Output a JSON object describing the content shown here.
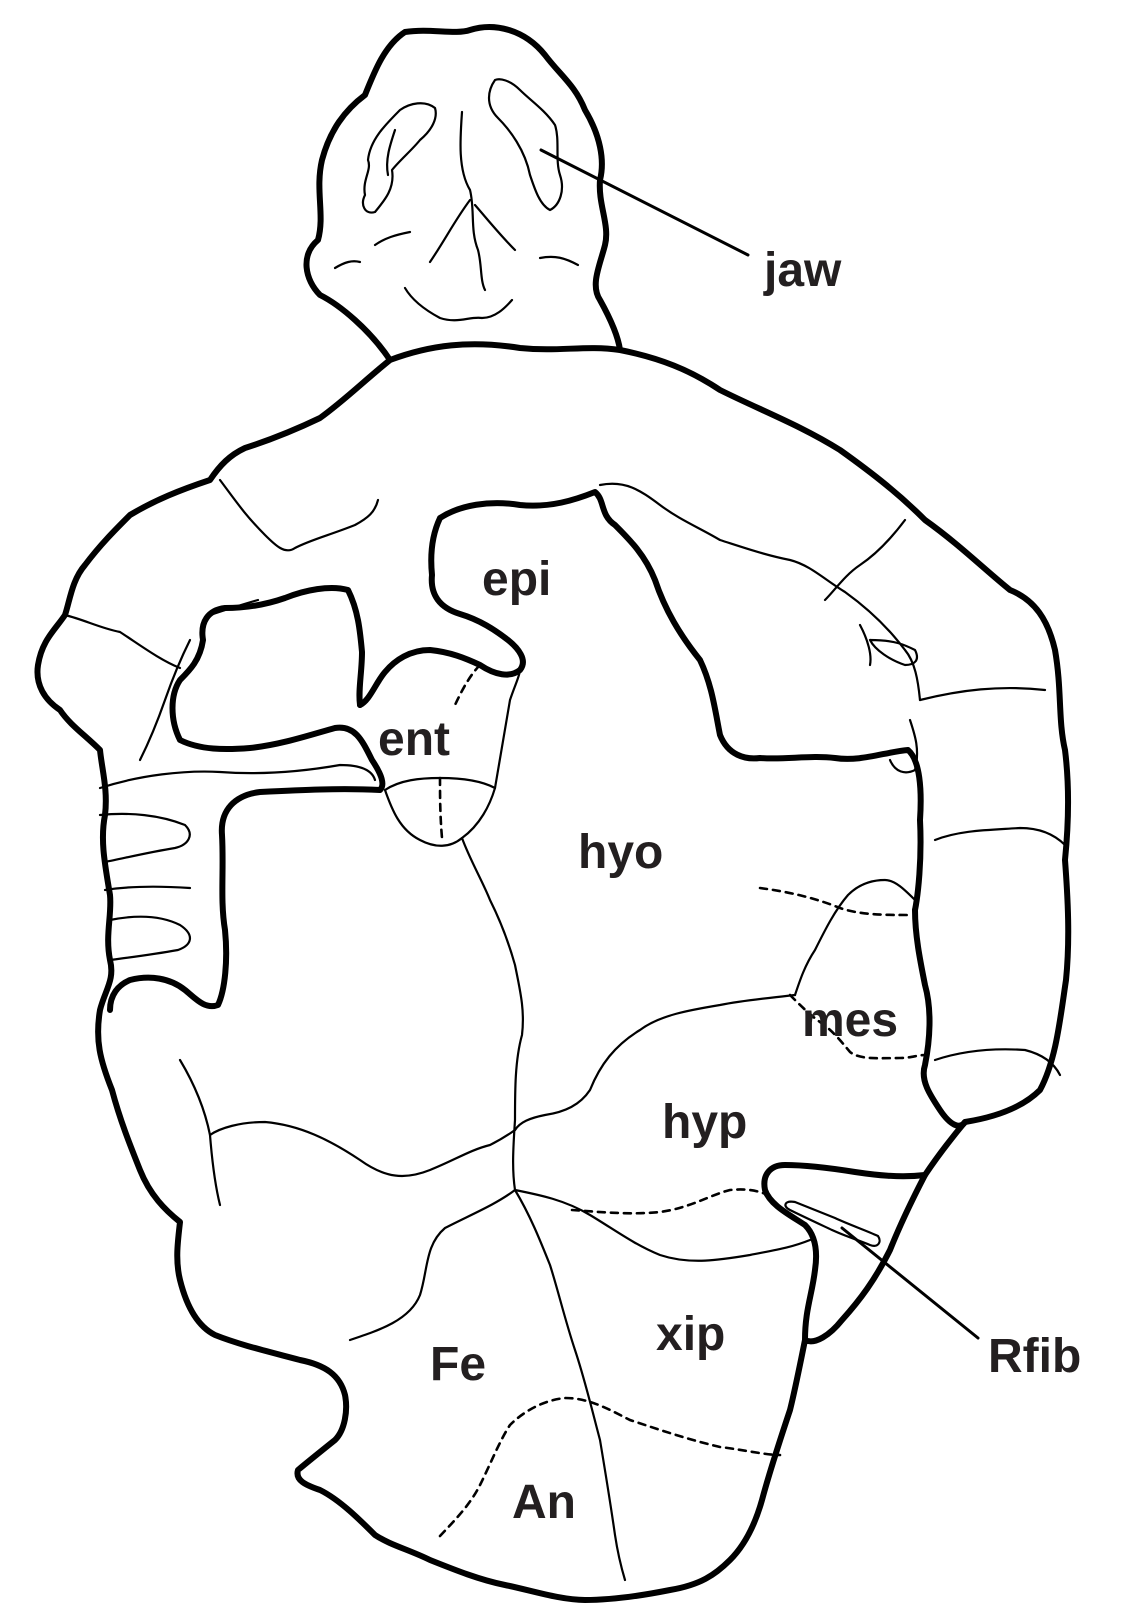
{
  "labels": {
    "jaw": "jaw",
    "epi": "epi",
    "ent": "ent",
    "hyo": "hyo",
    "mes": "mes",
    "hyp": "hyp",
    "xip": "xip",
    "fe": "Fe",
    "an": "An",
    "rfib": "Rfib"
  },
  "colors": {
    "line": "#000000",
    "label": "#231f20",
    "background": "#ffffff"
  }
}
